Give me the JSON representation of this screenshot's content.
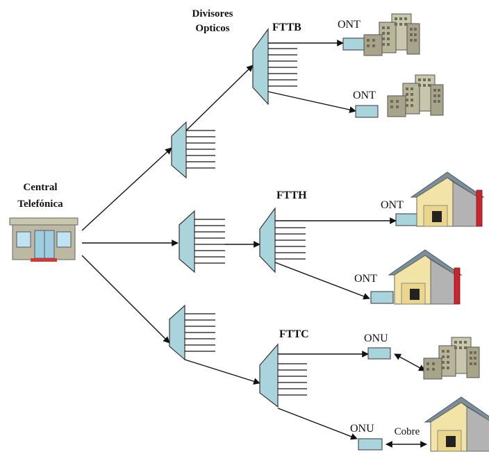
{
  "header": {
    "splitters_line1": "Divisores",
    "splitters_line2": "Opticos"
  },
  "central": {
    "line1": "Central",
    "line2": "Telefónica"
  },
  "branches": {
    "fttb": "FTTB",
    "ftth": "FTTH",
    "fttc": "FTTC"
  },
  "devices": {
    "ont_1": "ONT",
    "ont_2": "ONT",
    "ont_3": "ONT",
    "ont_4": "ONT",
    "onu_1": "ONU",
    "onu_2": "ONU"
  },
  "links": {
    "copper": "Cobre"
  },
  "colors": {
    "splitter_fill": "#a9d4dc",
    "device_fill": "#a9d4dc",
    "building_fill": "#b9b59a",
    "house_roof": "#7c8e98",
    "house_wall": "#f2e3a7",
    "house_red": "#c8262c"
  }
}
